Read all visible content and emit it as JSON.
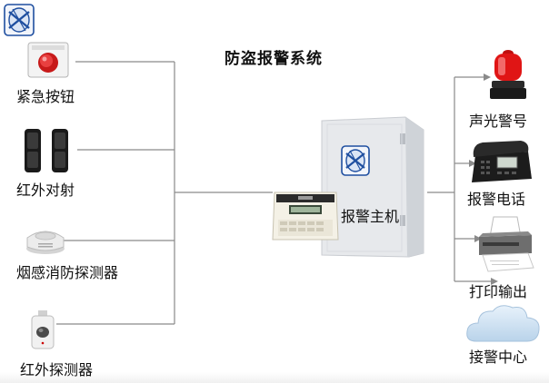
{
  "title": "防盗报警系统",
  "inputs": [
    {
      "label": "紧急按钮",
      "icon": "emergency-button-icon"
    },
    {
      "label": "红外对射",
      "icon": "infrared-beam-detector-icon"
    },
    {
      "label": "烟感消防探测器",
      "icon": "smoke-detector-icon"
    },
    {
      "label": "红外探测器",
      "icon": "pir-motion-detector-icon"
    }
  ],
  "host": {
    "label": "报警主机",
    "icon": "alarm-host-panel-icon"
  },
  "outputs": [
    {
      "label": "声光警号",
      "icon": "strobe-siren-icon"
    },
    {
      "label": "报警电话",
      "icon": "alarm-telephone-icon"
    },
    {
      "label": "打印输出",
      "icon": "printer-icon"
    },
    {
      "label": "接警中心",
      "icon": "cloud-alarm-center-icon"
    }
  ],
  "colors": {
    "line": "#8a8a8a",
    "accent_red": "#e01515",
    "logo_blue": "#1f4fa0"
  }
}
